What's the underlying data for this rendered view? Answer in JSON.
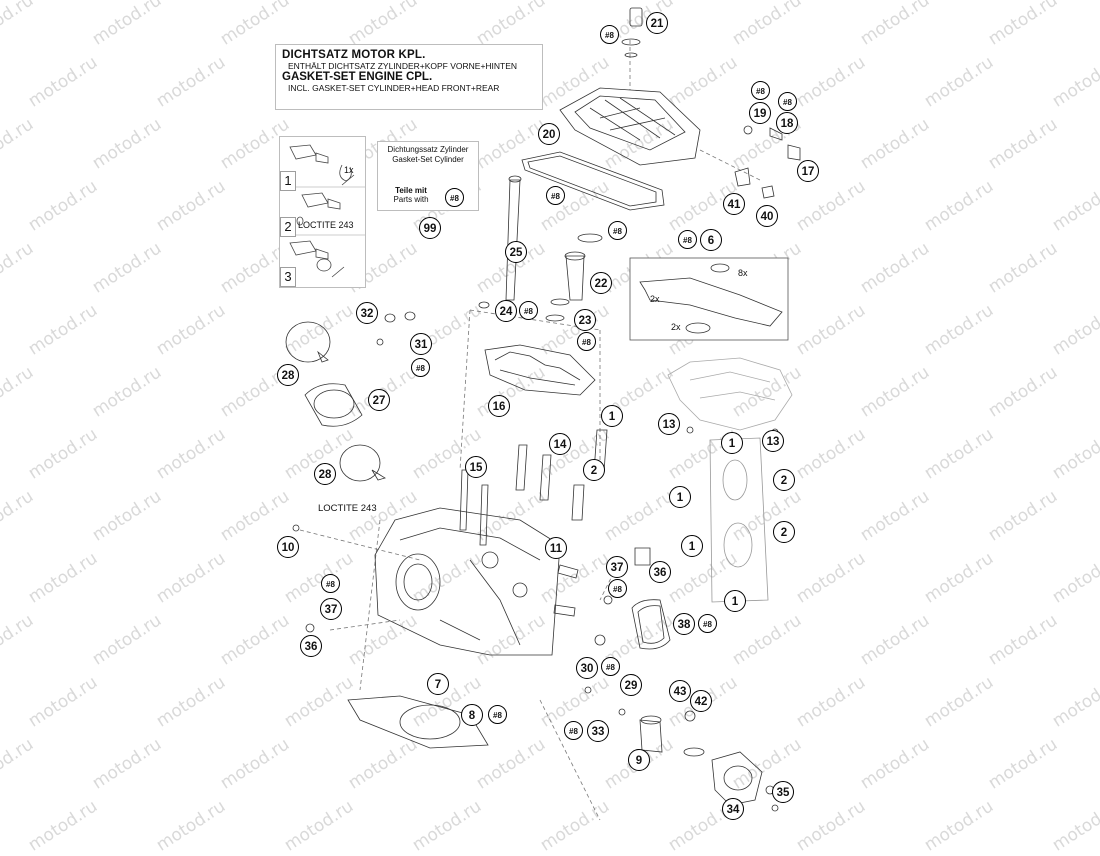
{
  "watermark": "motod.ru",
  "kit_box": {
    "line1": "DICHTSATZ MOTOR KPL.",
    "line2": "ENTHÄLT DICHTSATZ ZYLINDER+KOPF VORNE+HINTEN",
    "line3": "GASKET-SET ENGINE CPL.",
    "line4": "INCL. GASKET-SET CYLINDER+HEAD FRONT+REAR"
  },
  "cylinder_box": {
    "line1": "Dichtungssatz Zylinder",
    "line2": "Gasket-Set Cylinder",
    "teile_mit": "Teile mit",
    "parts_with": "Parts with",
    "marker": "#8",
    "ref": "99"
  },
  "steps": {
    "s1": "1",
    "s2": "2",
    "s3": "3",
    "loctite_step": "LOCTITE 243",
    "step1_note": "1x"
  },
  "loctite_head": "LOCTITE 243",
  "multipliers": {
    "m8x": "8x",
    "m2x_a": "2x",
    "m2x_b": "2x"
  },
  "callouts": {
    "c21": "21",
    "m8_top": "#8",
    "c20": "20",
    "m8_19": "#8",
    "c19": "19",
    "m8_18": "#8",
    "c18": "18",
    "c17": "17",
    "m8_gasket": "#8",
    "c41": "41",
    "c40": "40",
    "m8_ring": "#8",
    "m8_6": "#8",
    "c6": "6",
    "c25": "25",
    "c22": "22",
    "c24": "24",
    "m8_24": "#8",
    "c23": "23",
    "m8_23": "#8",
    "c32": "32",
    "c31": "31",
    "m8_31": "#8",
    "c28a": "28",
    "c27": "27",
    "c16": "16",
    "c13a": "13",
    "c13b": "13",
    "c1a": "1",
    "c14": "14",
    "c15": "15",
    "c1b": "1",
    "c2a": "2",
    "c2b": "2",
    "c1c": "1",
    "c2c": "2",
    "c1d": "1",
    "c1e": "1",
    "c28b": "28",
    "c10": "10",
    "c11": "11",
    "c37a": "37",
    "m8_37": "#8",
    "c36a": "36",
    "m8_left": "#8",
    "c37b": "37",
    "c36b": "36",
    "c38": "38",
    "m8_38": "#8",
    "c7": "7",
    "c30": "30",
    "m8_30": "#8",
    "c29": "29",
    "c43": "43",
    "c42": "42",
    "c8": "8",
    "m8_8": "#8",
    "m8_33": "#8",
    "c33": "33",
    "c9": "9",
    "c34": "34",
    "c35": "35"
  }
}
